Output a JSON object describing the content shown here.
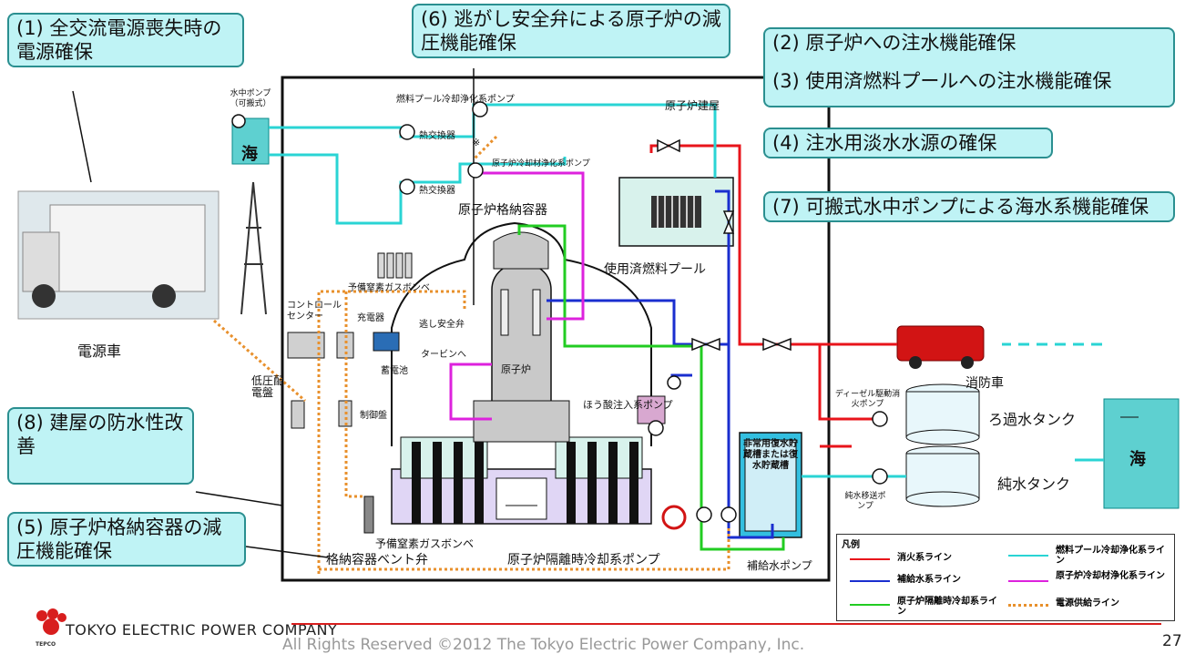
{
  "callouts": {
    "c1": "(1) 全交流電源喪失時の電源確保",
    "c6": "(6) 逃がし安全弁による原子炉の減圧機能確保",
    "c23_a": "(2) 原子炉への注水機能確保",
    "c23_b": "(3) 使用済燃料プールへの注水機能確保",
    "c4": "(4) 注水用淡水水源の確保",
    "c7": "(7) 可搬式水中ポンプによる海水系機能確保",
    "c8": "(8) 建屋の防水性改善",
    "c5": "(5) 原子炉格納容器の減圧機能確保"
  },
  "labels": {
    "pump_portable": "水中ポンプ（可搬式）",
    "sea": "海",
    "power_truck": "電源車",
    "fuel_pool_pump": "燃料プール冷却浄化系ポンプ",
    "heat_exchanger_1": "熱交換器",
    "heat_exchanger_2": "熱交換器",
    "rx_cleanup_pump": "原子炉冷却材浄化系ポンプ",
    "note_mark": "※",
    "reactor_building": "原子炉建屋",
    "containment": "原子炉格納容器",
    "spent_fuel_pool": "使用済燃料プール",
    "nitrogen_upper": "予備窒素ガスボンベ",
    "control_center": "コントロールセンター",
    "charger": "充電器",
    "battery": "蓄電池",
    "srv": "逃し安全弁",
    "to_turbine": "タービンへ",
    "reactor": "原子炉",
    "lv_panel": "低圧配電盤",
    "control_panel": "制御盤",
    "boric_pump": "ほう酸注入系ポンプ",
    "fire_truck": "消防車",
    "diesel_pump": "ディーゼル駆動消火ポンプ",
    "filtered_tank": "ろ過水タンク",
    "pure_tank": "純水タンク",
    "pure_pump": "純水移送ポンプ",
    "emergency_tank": "非常用復水貯蔵槽または復水貯蔵槽",
    "nitrogen_lower": "予備窒素ガスボンベ",
    "vent_valve": "格納容器ベント弁",
    "rcic_pump": "原子炉隔離時冷却系ポンプ",
    "makeup_pump": "補給水ポンプ"
  },
  "legend": {
    "title": "凡例",
    "fire": "消火系ライン",
    "makeup": "補給水系ライン",
    "rcic": "原子炉隔離時冷却系ライン",
    "fpc": "燃料プール冷却浄化系ライン",
    "cuw": "原子炉冷却材浄化系ライン",
    "power": "電源供給ライン"
  },
  "colors": {
    "fire": "#e8141b",
    "makeup": "#1a2ecf",
    "rcic": "#22cc22",
    "fpc": "#2ad4d4",
    "cuw": "#dd22dd",
    "power": "#e8902c"
  },
  "footer": {
    "company": "TOKYO ELECTRIC POWER COMPANY",
    "company_small": "TEPCO",
    "copyright": "All Rights Reserved ©2012  The Tokyo Electric Power Company, Inc.",
    "page": "27"
  }
}
